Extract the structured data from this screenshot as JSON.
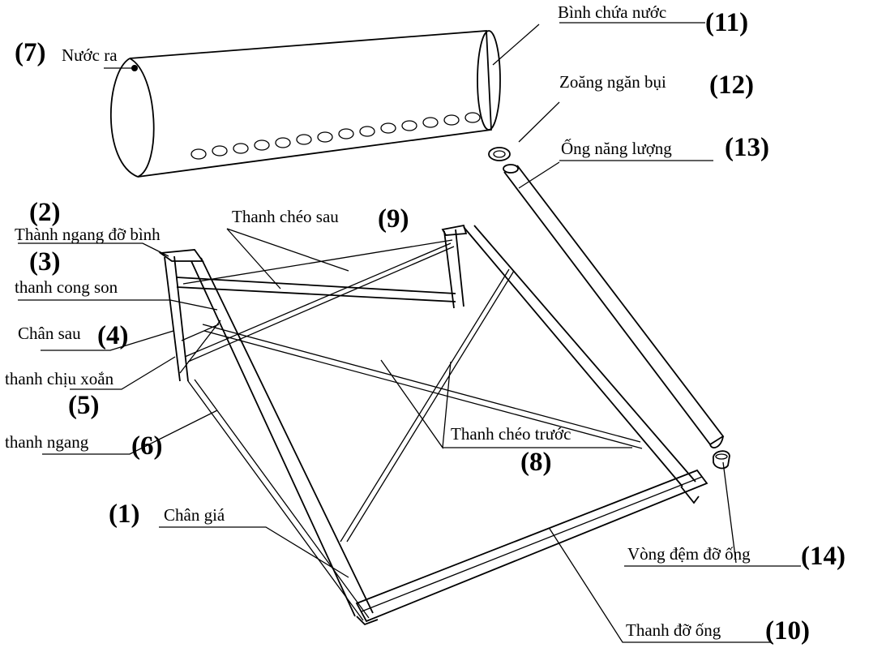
{
  "callouts": [
    {
      "id": "7",
      "label": "Nước ra",
      "number": "(7)"
    },
    {
      "id": "11",
      "label": "Bình chứa nước",
      "number": "(11)"
    },
    {
      "id": "12",
      "label": "Zoăng ngăn bụi",
      "number": "(12)"
    },
    {
      "id": "13",
      "label": "Ống năng lượng",
      "number": "(13)"
    },
    {
      "id": "2",
      "label": "Thành ngang đỡ bình",
      "number": "(2)"
    },
    {
      "id": "9",
      "label": "Thanh chéo sau",
      "number": "(9)"
    },
    {
      "id": "3",
      "label": "thanh cong son",
      "number": "(3)"
    },
    {
      "id": "4",
      "label": "Chân sau",
      "number": "(4)"
    },
    {
      "id": "5",
      "label": "thanh chịu xoắn",
      "number": "(5)"
    },
    {
      "id": "6",
      "label": "thanh ngang",
      "number": "(6)"
    },
    {
      "id": "8",
      "label": "Thanh chéo trước",
      "number": "(8)"
    },
    {
      "id": "1",
      "label": "Chân giá",
      "number": "(1)"
    },
    {
      "id": "14",
      "label": "Vòng đệm đỡ ống",
      "number": "(14)"
    },
    {
      "id": "10",
      "label": "Thanh đỡ ống",
      "number": "(10)"
    }
  ]
}
